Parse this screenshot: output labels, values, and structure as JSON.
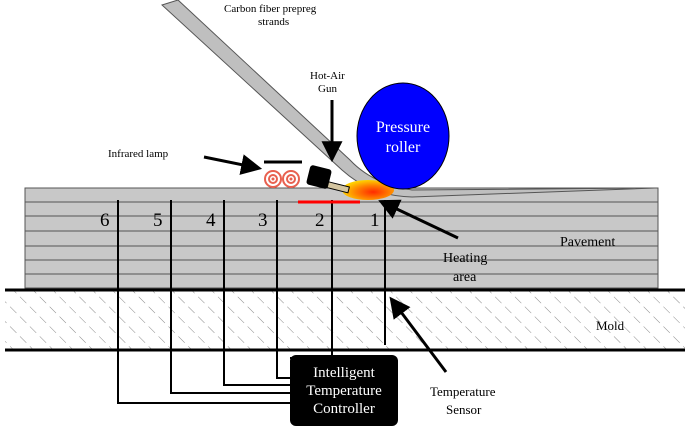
{
  "labels": {
    "strands_line1": "Carbon fiber prepreg",
    "strands_line2": "strands",
    "hot_air_line1": "Hot-Air",
    "hot_air_line2": "Gun",
    "infrared_lamp": "Infrared lamp",
    "pressure_line1": "Pressure",
    "pressure_line2": "roller",
    "pavement": "Pavement",
    "heating_line1": "Heating",
    "heating_line2": "area",
    "mold": "Mold",
    "sensor_line1": "Temperature",
    "sensor_line2": "Sensor",
    "controller_line1": "Intelligent",
    "controller_line2": "Temperature",
    "controller_line3": "Controller"
  },
  "sensor_numbers": [
    "6",
    "5",
    "4",
    "3",
    "2",
    "1"
  ],
  "colors": {
    "pavement": "#c8c8c8",
    "roller": "#0000ff",
    "strand": "#bfbfbf",
    "heating": "#ff8c00",
    "heated_strip": "#ff0000",
    "lamp": "#e8604f",
    "controller": "#000000"
  }
}
